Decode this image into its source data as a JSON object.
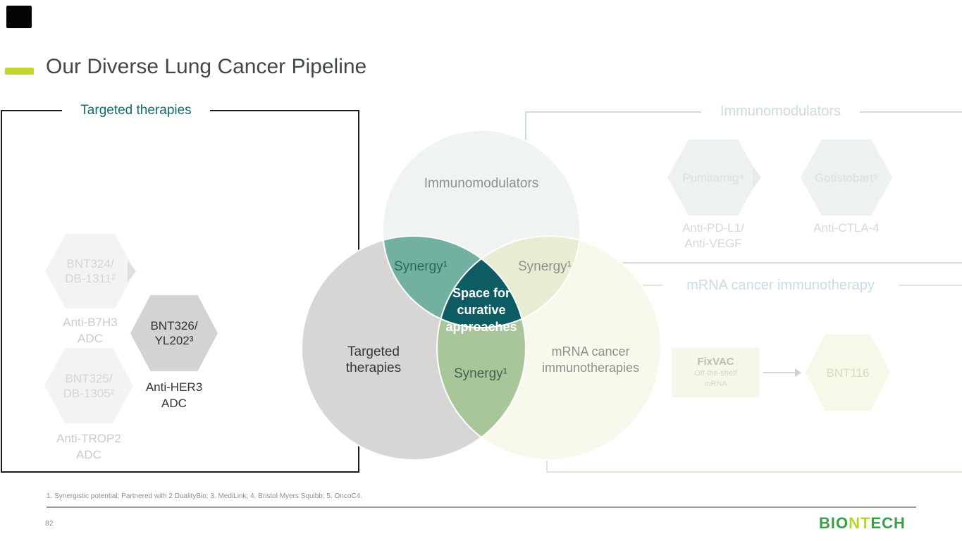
{
  "slide": {
    "title": "Our Diverse Lung Cancer Pipeline",
    "page_number": "82",
    "footnote": "1. Synergistic potential; Partnered with 2 DualityBio; 3. MediLink; 4. Bristol Myers Squibb; 5. OncoC4."
  },
  "logo": {
    "part_bio": "BIO",
    "part_nt": "NT",
    "part_ech": "ECH"
  },
  "targeted_box": {
    "title": "Targeted therapies",
    "programs": [
      {
        "name_line1": "BNT324/",
        "name_line2": "DB-1311²",
        "target_line1": "Anti-B7H3",
        "target_line2": "ADC",
        "state": "faded"
      },
      {
        "name_line1": "BNT326/",
        "name_line2": "YL202³",
        "target_line1": "Anti-HER3",
        "target_line2": "ADC",
        "state": "active"
      },
      {
        "name_line1": "BNT325/",
        "name_line2": "DB-1305²",
        "target_line1": "Anti-TROP2",
        "target_line2": "ADC",
        "state": "faded"
      }
    ]
  },
  "immunomodulators_box": {
    "title": "Immunomodulators",
    "programs": [
      {
        "name": "Pumitamig⁴",
        "target_line1": "Anti-PD-L1/",
        "target_line2": "Anti-VEGF"
      },
      {
        "name": "Gotistobart⁵",
        "target_line1": "Anti-CTLA-4",
        "target_line2": ""
      }
    ]
  },
  "mrna_box": {
    "title": "mRNA cancer immunotherapy",
    "fixvac": {
      "name": "FixVAC",
      "desc_line1": "Off-the-shelf",
      "desc_line2": "mRNA"
    },
    "program": "BNT116"
  },
  "venn": {
    "top_label": "Immunomodulators",
    "left_label_line1": "Targeted",
    "left_label_line2": "therapies",
    "right_label_line1": "mRNA cancer",
    "right_label_line2": "immunotherapies",
    "synergy_top_left": "Synergy¹",
    "synergy_top_right": "Synergy¹",
    "synergy_bottom": "Synergy¹",
    "center_line1": "Space for",
    "center_line2": "curative",
    "center_line3": "approaches"
  },
  "colors": {
    "accent": "#c3d62f",
    "title_text": "#41484c",
    "box_border_dark": "#1b1b1b",
    "teal_title": "#176a6b",
    "venn_top_fill": "#eff3f1",
    "venn_left_fill": "#d7d6d4",
    "venn_right_fill": "#f8f9ec",
    "overlap_top_left": "#72b0a1",
    "overlap_top_right": "#e8ecd3",
    "overlap_bottom": "#a9c69b",
    "center_fill": "#0d5b63",
    "synergy_tl_text": "#266a5c",
    "synergy_bottom_text": "#45624e",
    "gray_label": "#8b918f",
    "dark_label": "#30363a",
    "faded_hex_fill": "#f2f3f2",
    "faded_text": "#d2d6d5",
    "faded_label_text": "#c8cccb",
    "active_hex_fill": "#d2d4d2",
    "active_text": "#2f3335",
    "immuno_border": "#cfdee2",
    "immuno_text": "#cbdbdf",
    "immuno_hex_fill": "#edf1f0",
    "immuno_hex_text": "#d9e1df",
    "immuno_label_text": "#d3dad8",
    "mrna_border": "#e2e4d6",
    "mrna_title_text": "#c9dde2",
    "fixvac_fill": "#f6f6e9",
    "fixvac_text": "#b9bdb3",
    "fixvac_sub_text": "#d4d6c8",
    "bnt116_fill": "#f7f8e8",
    "bnt116_text": "#d8dac2",
    "footnote_text": "#8e8e8e",
    "logo_green": "#35a047",
    "logo_lime": "#b9d22e"
  }
}
